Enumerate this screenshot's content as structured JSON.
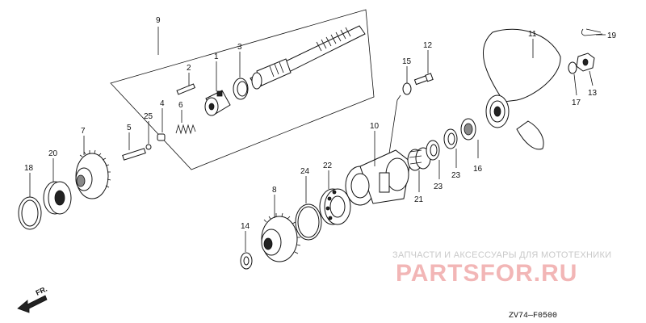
{
  "labels": {
    "p1": "1",
    "p2": "2",
    "p3": "3",
    "p4": "4",
    "p5": "5",
    "p6": "6",
    "p7": "7",
    "p8": "8",
    "p9": "9",
    "p10": "10",
    "p11": "11",
    "p12": "12",
    "p13": "13",
    "p14": "14",
    "p15": "15",
    "p16": "16",
    "p17": "17",
    "p18": "18",
    "p19": "19",
    "p20": "20",
    "p21": "21",
    "p22": "22",
    "p23a": "23",
    "p23b": "23",
    "p24": "24",
    "p25": "25"
  },
  "direction": {
    "text": "FR."
  },
  "watermark": {
    "subtitle": "ЗАПЧАСТИ И АКСЕССУАРЫ ДЛЯ МОТОТЕХНИКИ",
    "brand": "PARTSFOR.RU"
  },
  "diagram_code": "ZV74—F0500"
}
